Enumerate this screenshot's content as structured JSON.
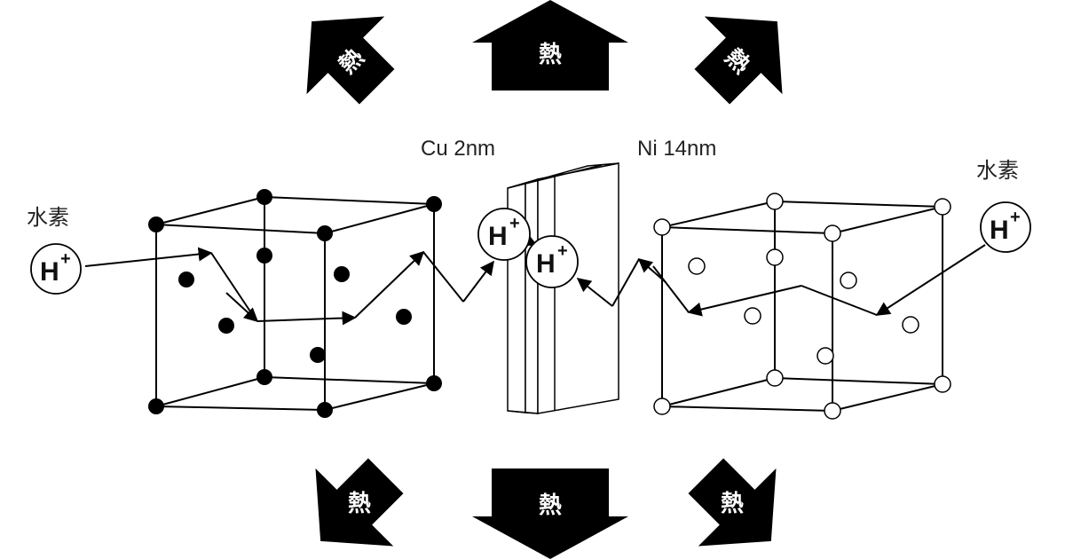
{
  "heat_label": "熱",
  "labels": {
    "cu": "Cu 2nm",
    "ni": "Ni 14nm",
    "hydrogen_left": "水素",
    "hydrogen_right": "水素"
  },
  "ion": {
    "symbol": "H",
    "charge": "+"
  }
}
